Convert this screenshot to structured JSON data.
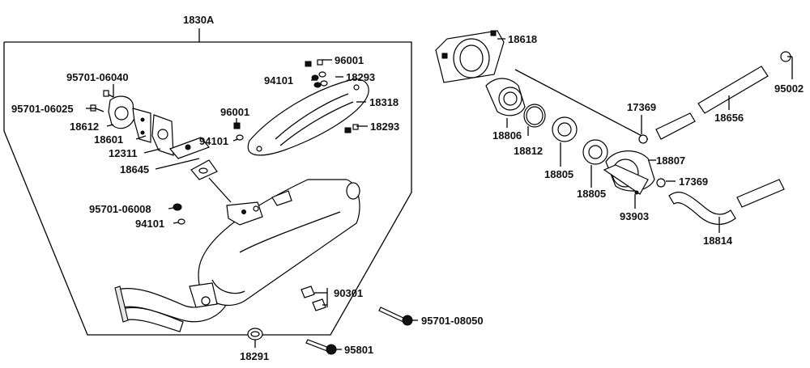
{
  "labels": {
    "assembly": "1830A",
    "p18618": "18618",
    "p95002": "95002",
    "p17369a": "17369",
    "p18656": "18656",
    "p18806": "18806",
    "p18812": "18812",
    "p18805a": "18805",
    "p18805b": "18805",
    "p18807": "18807",
    "p17369b": "17369",
    "p93903": "93903",
    "p18814": "18814",
    "p95701_06040": "95701-06040",
    "p95701_06025": "95701-06025",
    "p18612": "18612",
    "p18601": "18601",
    "p12311": "12311",
    "p18645": "18645",
    "p96001a": "96001",
    "p94101a": "94101",
    "p18293a": "18293",
    "p18318": "18318",
    "p96001b": "96001",
    "p94101b": "94101",
    "p18293b": "18293",
    "p95701_06008": "95701-06008",
    "p94101c": "94101",
    "p90301": "90301",
    "p95701_08050": "95701-08050",
    "p18291": "18291",
    "p95801": "95801"
  }
}
